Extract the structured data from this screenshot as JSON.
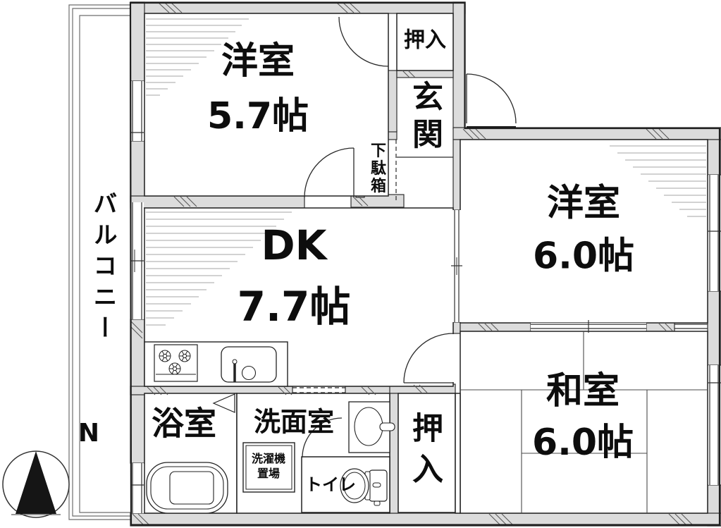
{
  "labels": {
    "west_bedroom": "洋室\n5.7帖",
    "closet_top": "押入",
    "entrance": "玄関",
    "shoe_cabinet": "下駄箱",
    "east_bedroom": "洋室\n6.0帖",
    "balcony": "バルコニー",
    "dining_kitchen": "DK\n7.7帖",
    "bathroom": "浴室",
    "washroom": "洗面室",
    "laundry": "洗濯機\n置場",
    "toilet": "トイレ",
    "closet_bottom": "押入",
    "tatami_room": "和室\n6.0帖",
    "compass_north": "N"
  },
  "colors": {
    "wall_fill": "#dcdcdc",
    "outline": "#2f2f2f",
    "shade_line": "#a6a6a6",
    "text": "#0d0d0d"
  }
}
